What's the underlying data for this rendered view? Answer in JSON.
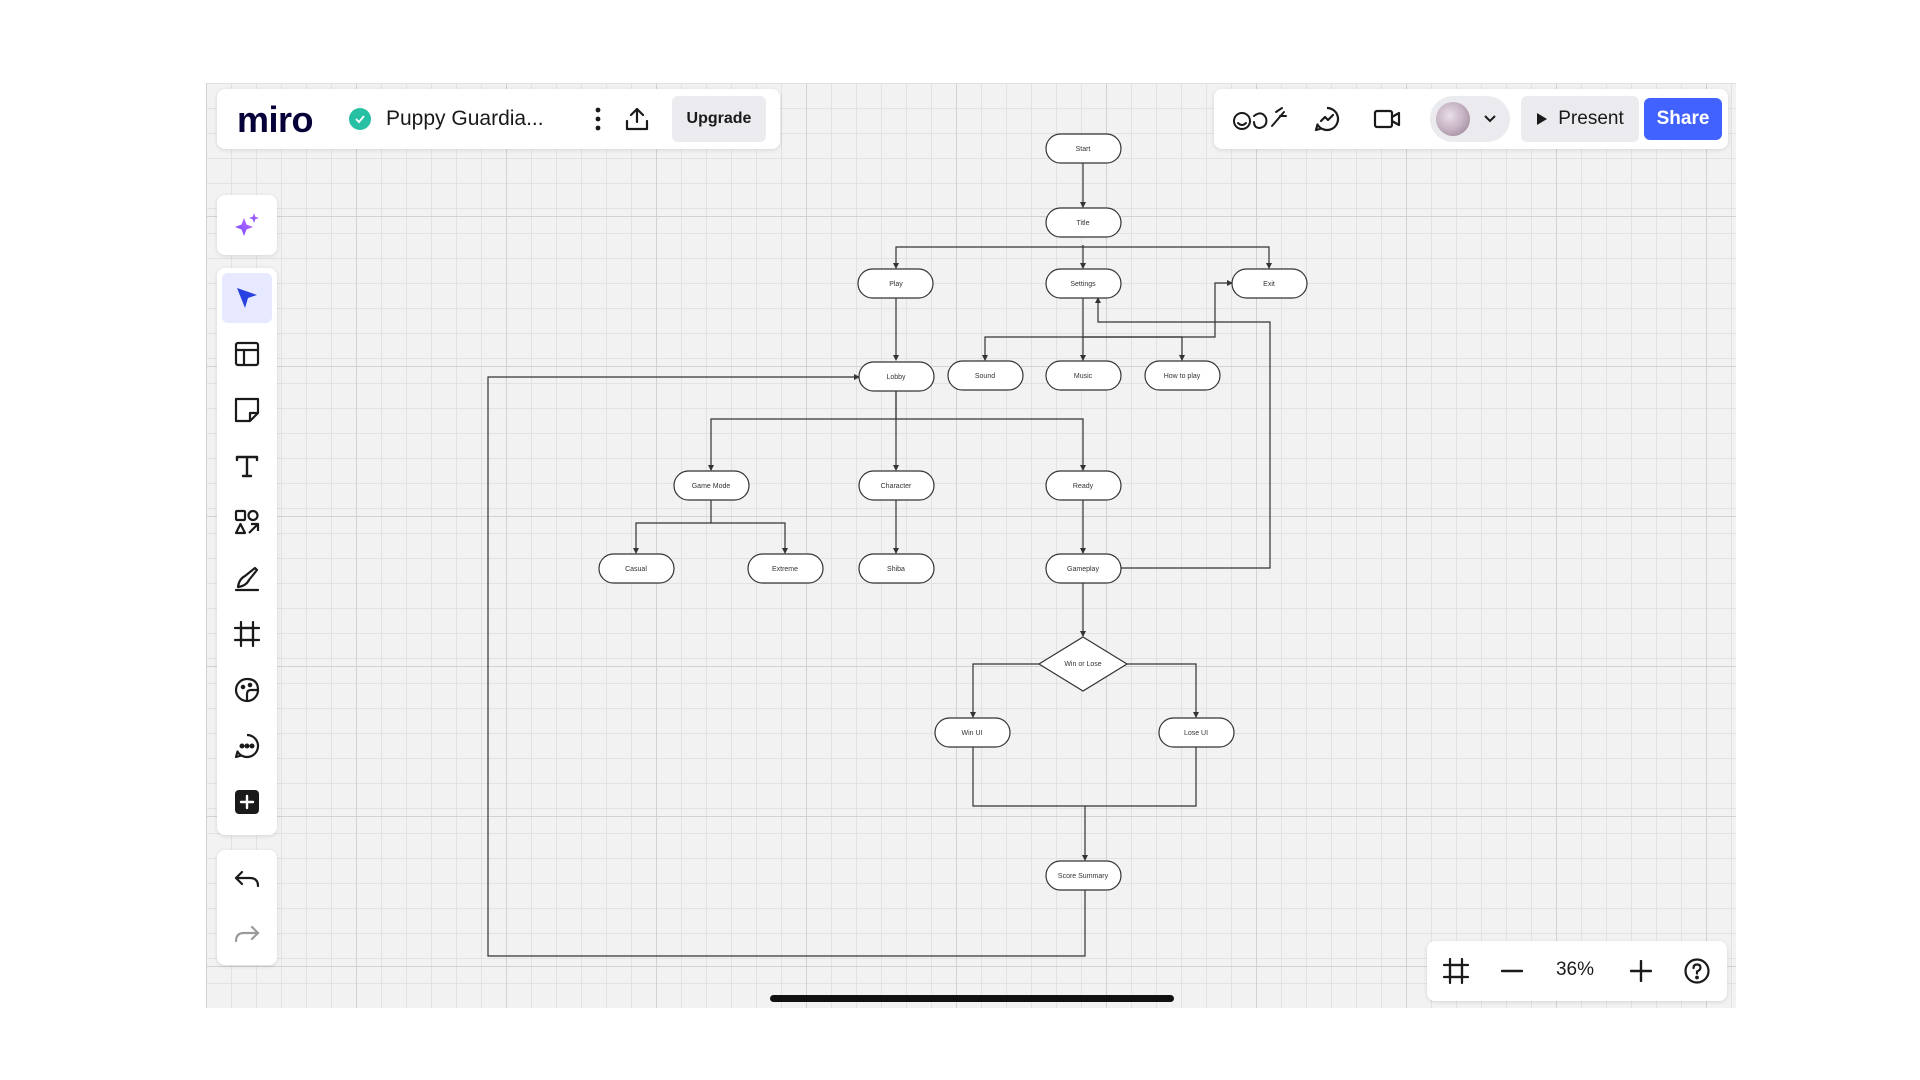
{
  "app": {
    "logo": "miro",
    "board_title": "Puppy Guardia...",
    "upgrade_label": "Upgrade",
    "present_label": "Present",
    "share_label": "Share",
    "zoom_level": "36%",
    "brand_color": "#4262ff",
    "status_color": "#27c0a5"
  },
  "header_left_icons": [
    "check-icon",
    "more-options-icon",
    "export-icon"
  ],
  "header_right_icons": [
    "reactions-icon",
    "chat-icon",
    "video-call-icon",
    "avatar",
    "chevron-down-icon",
    "play-icon"
  ],
  "left_toolbar": [
    "ai-sparkle-icon",
    "select-cursor-icon",
    "templates-icon",
    "sticky-note-icon",
    "text-icon",
    "shapes-icon",
    "pen-icon",
    "frame-icon",
    "stickers-icon",
    "comment-icon",
    "more-apps-icon",
    "undo-icon",
    "redo-icon"
  ],
  "zoom_controls": [
    "fit-to-screen-icon",
    "zoom-out-icon",
    "zoom-in-icon",
    "help-icon"
  ],
  "flowchart": {
    "nodes": {
      "start": "Start",
      "title": "Title",
      "play": "Play",
      "settings": "Settings",
      "exit": "Exit",
      "lobby": "Lobby",
      "sound": "Sound",
      "music": "Music",
      "how_to_play": "How to play",
      "game_mode": "Game Mode",
      "character": "Character",
      "ready": "Ready",
      "casual": "Casual",
      "extreme": "Extreme",
      "shiba": "Shiba",
      "gameplay": "Gameplay",
      "win_or_lose": "Win or Lose",
      "win_ui": "Win UI",
      "lose_ui": "Lose UI",
      "score_summary": "Score Summary"
    }
  }
}
